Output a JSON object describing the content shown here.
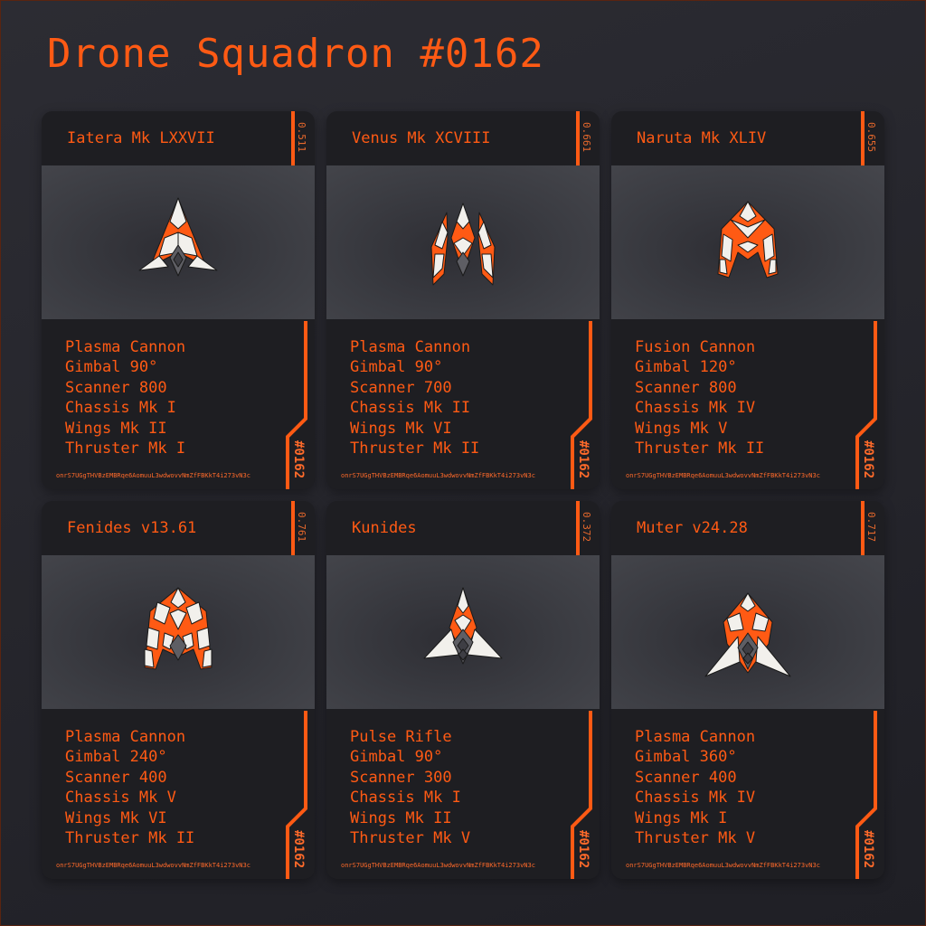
{
  "title": "Drone Squadron #0162",
  "serial": "#0162",
  "hash": "onrS7UGgTHVBzEMBRqe6AomuuL3wdwovvNmZfFBKkT4i273vN3c",
  "colors": {
    "accent": "#ff5a14",
    "card": "#1e1e22",
    "background": "#27272d",
    "ship_light": "#f2f0ec",
    "ship_dark": "#5e5e64"
  },
  "drones": [
    {
      "name": "Iatera Mk LXXVII",
      "score": "0.511",
      "ship": "delta-fighter",
      "stats": [
        "Plasma Cannon",
        "Gimbal 90°",
        "Scanner 800",
        "Chassis Mk I",
        "Wings Mk II",
        "Thruster Mk I"
      ]
    },
    {
      "name": "Venus Mk XCVIII",
      "score": "0.661",
      "ship": "twin-pod-fighter",
      "stats": [
        "Plasma Cannon",
        "Gimbal 90°",
        "Scanner 700",
        "Chassis Mk II",
        "Wings Mk VI",
        "Thruster Mk II"
      ]
    },
    {
      "name": "Naruta Mk XLIV",
      "score": "0.655",
      "ship": "arch-fighter",
      "stats": [
        "Fusion Cannon",
        "Gimbal 120°",
        "Scanner 800",
        "Chassis Mk IV",
        "Wings Mk V",
        "Thruster Mk II"
      ]
    },
    {
      "name": "Fenides v13.61",
      "score": "0.761",
      "ship": "heavy-fighter",
      "stats": [
        "Plasma Cannon",
        "Gimbal 240°",
        "Scanner 400",
        "Chassis Mk V",
        "Wings Mk VI",
        "Thruster Mk II"
      ]
    },
    {
      "name": "Kunides",
      "score": "0.372",
      "ship": "dart-fighter",
      "stats": [
        "Pulse Rifle",
        "Gimbal 90°",
        "Scanner 300",
        "Chassis Mk I",
        "Wings Mk II",
        "Thruster Mk V"
      ]
    },
    {
      "name": "Muter v24.28",
      "score": "0.717",
      "ship": "swept-fighter",
      "stats": [
        "Plasma Cannon",
        "Gimbal 360°",
        "Scanner 400",
        "Chassis Mk IV",
        "Wings Mk I",
        "Thruster Mk V"
      ]
    }
  ]
}
